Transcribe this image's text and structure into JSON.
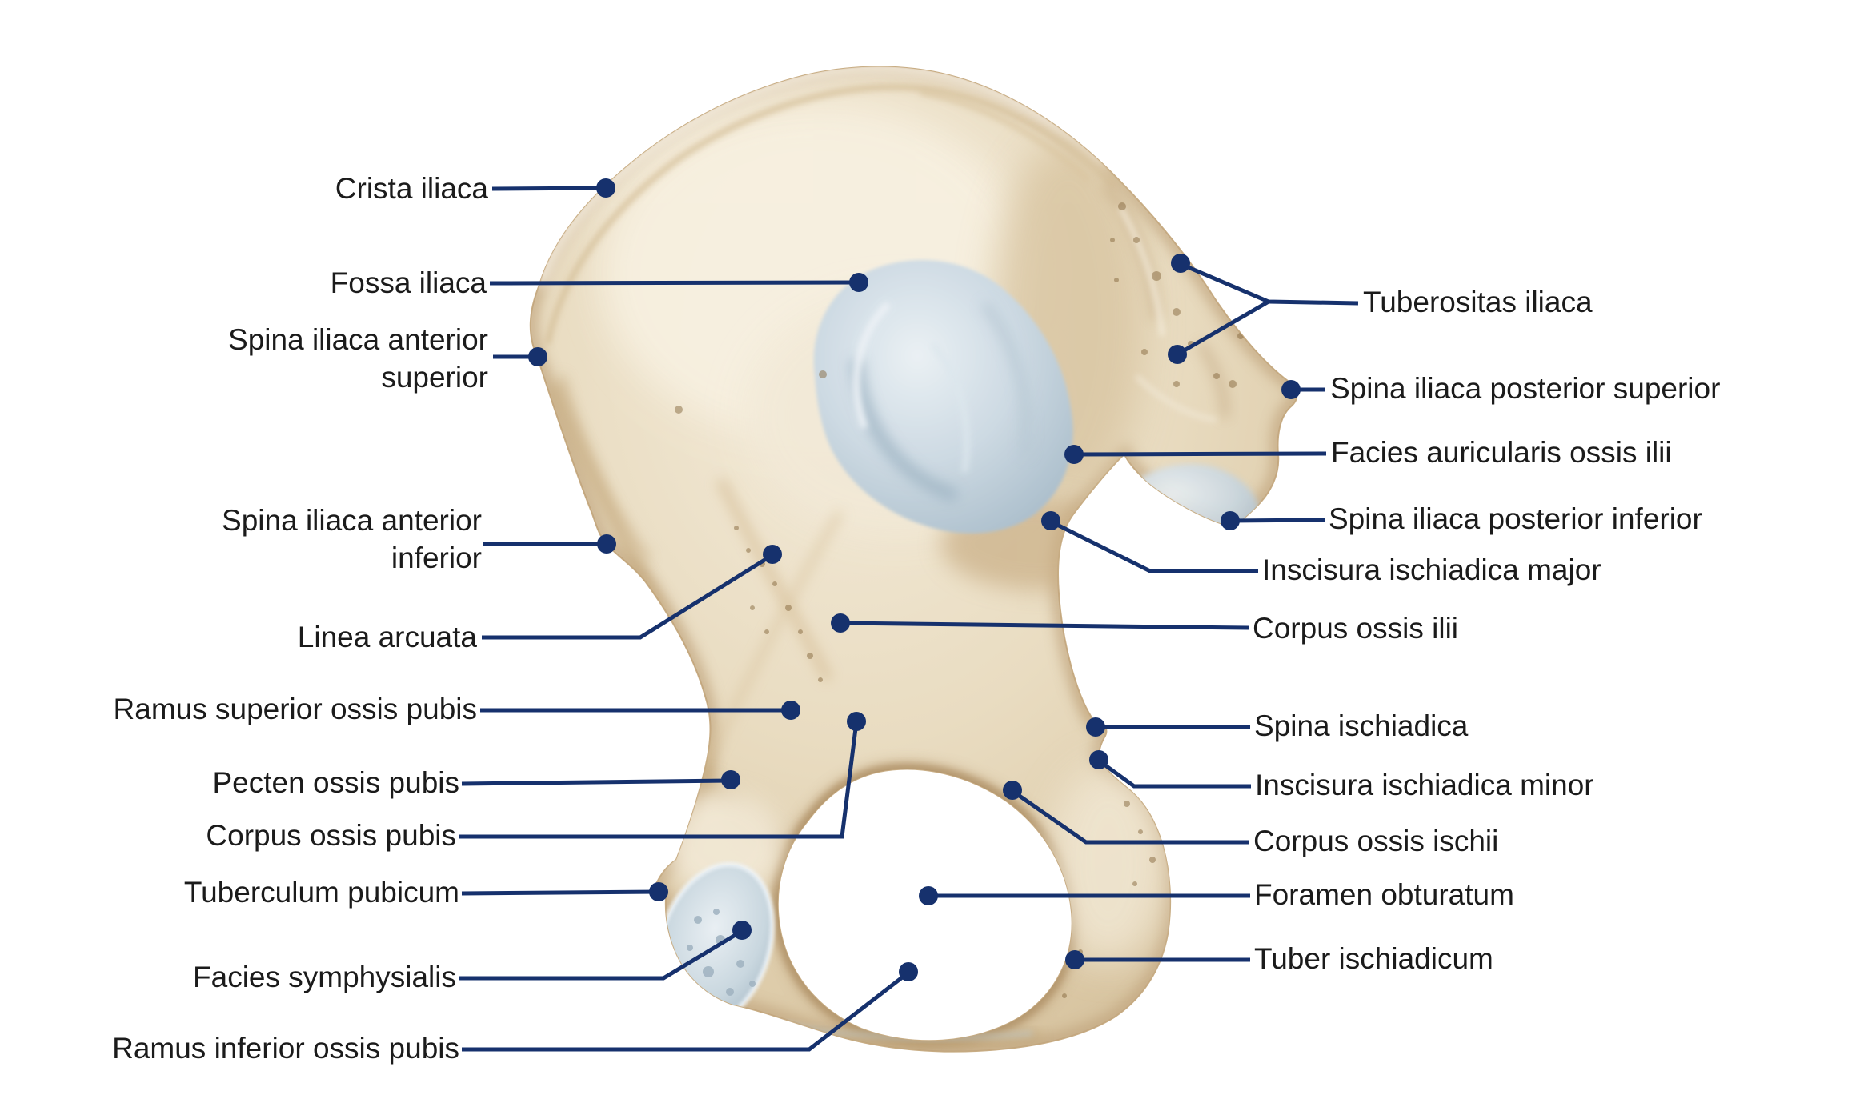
{
  "labels": {
    "left": [
      "Crista iliaca",
      "Fossa iliaca",
      "Spina iliaca anterior superior",
      "Spina iliaca anterior inferior",
      "Linea arcuata",
      "Ramus superior ossis pubis",
      "Pecten ossis pubis",
      "Corpus ossis pubis",
      "Tuberculum pubicum",
      "Facies symphysialis",
      "Ramus inferior ossis pubis"
    ],
    "right": [
      "Tuberositas iliaca",
      "Spina iliaca posterior superior",
      "Facies auricularis ossis ilii",
      "Spina iliaca posterior inferior",
      "Inscisura ischiadica major",
      "Corpus ossis ilii",
      "Spina ischiadica",
      "Inscisura ischiadica minor",
      "Corpus ossis ischii",
      "Foramen obturatum",
      "Tuber ischiadicum"
    ]
  },
  "colors": {
    "leader_line": "#16316d",
    "label_text": "#1b1b1b",
    "background": "#ffffff",
    "bone_light": "#f3ebd9",
    "bone_mid": "#e6d8bc",
    "bone_shadow": "#c3a87f",
    "cartilage_blue": "#c8d6e0"
  }
}
